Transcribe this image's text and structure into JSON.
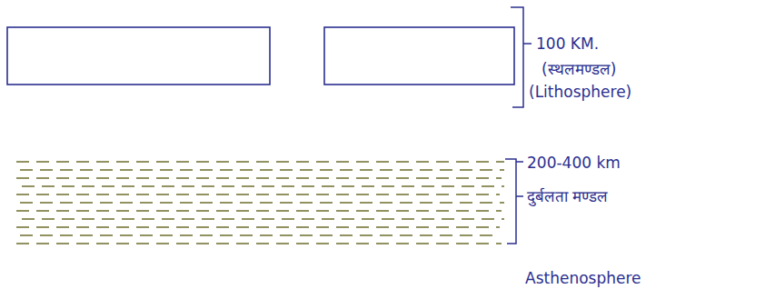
{
  "diagram": {
    "labels": [
      "100 KM.",
      "(स्थलमण्डल)",
      "(Lithosphere)",
      "200-400 km",
      "दुर्बलता मण्डल",
      "Asthenosphere"
    ]
  }
}
